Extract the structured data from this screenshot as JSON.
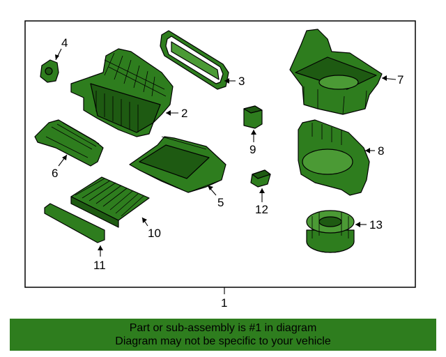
{
  "diagram": {
    "callouts": [
      {
        "id": "1",
        "label": "1"
      },
      {
        "id": "2",
        "label": "2"
      },
      {
        "id": "3",
        "label": "3"
      },
      {
        "id": "4",
        "label": "4"
      },
      {
        "id": "5",
        "label": "5"
      },
      {
        "id": "6",
        "label": "6"
      },
      {
        "id": "7",
        "label": "7"
      },
      {
        "id": "8",
        "label": "8"
      },
      {
        "id": "9",
        "label": "9"
      },
      {
        "id": "10",
        "label": "10"
      },
      {
        "id": "11",
        "label": "11"
      },
      {
        "id": "12",
        "label": "12"
      },
      {
        "id": "13",
        "label": "13"
      }
    ]
  },
  "banner": {
    "line1": "Part or sub-assembly is #1 in diagram",
    "line2": "Diagram may not be specific to your vehicle"
  },
  "colors": {
    "part_fill": "#2e7d1e",
    "banner_bg": "#2e7d1e"
  }
}
